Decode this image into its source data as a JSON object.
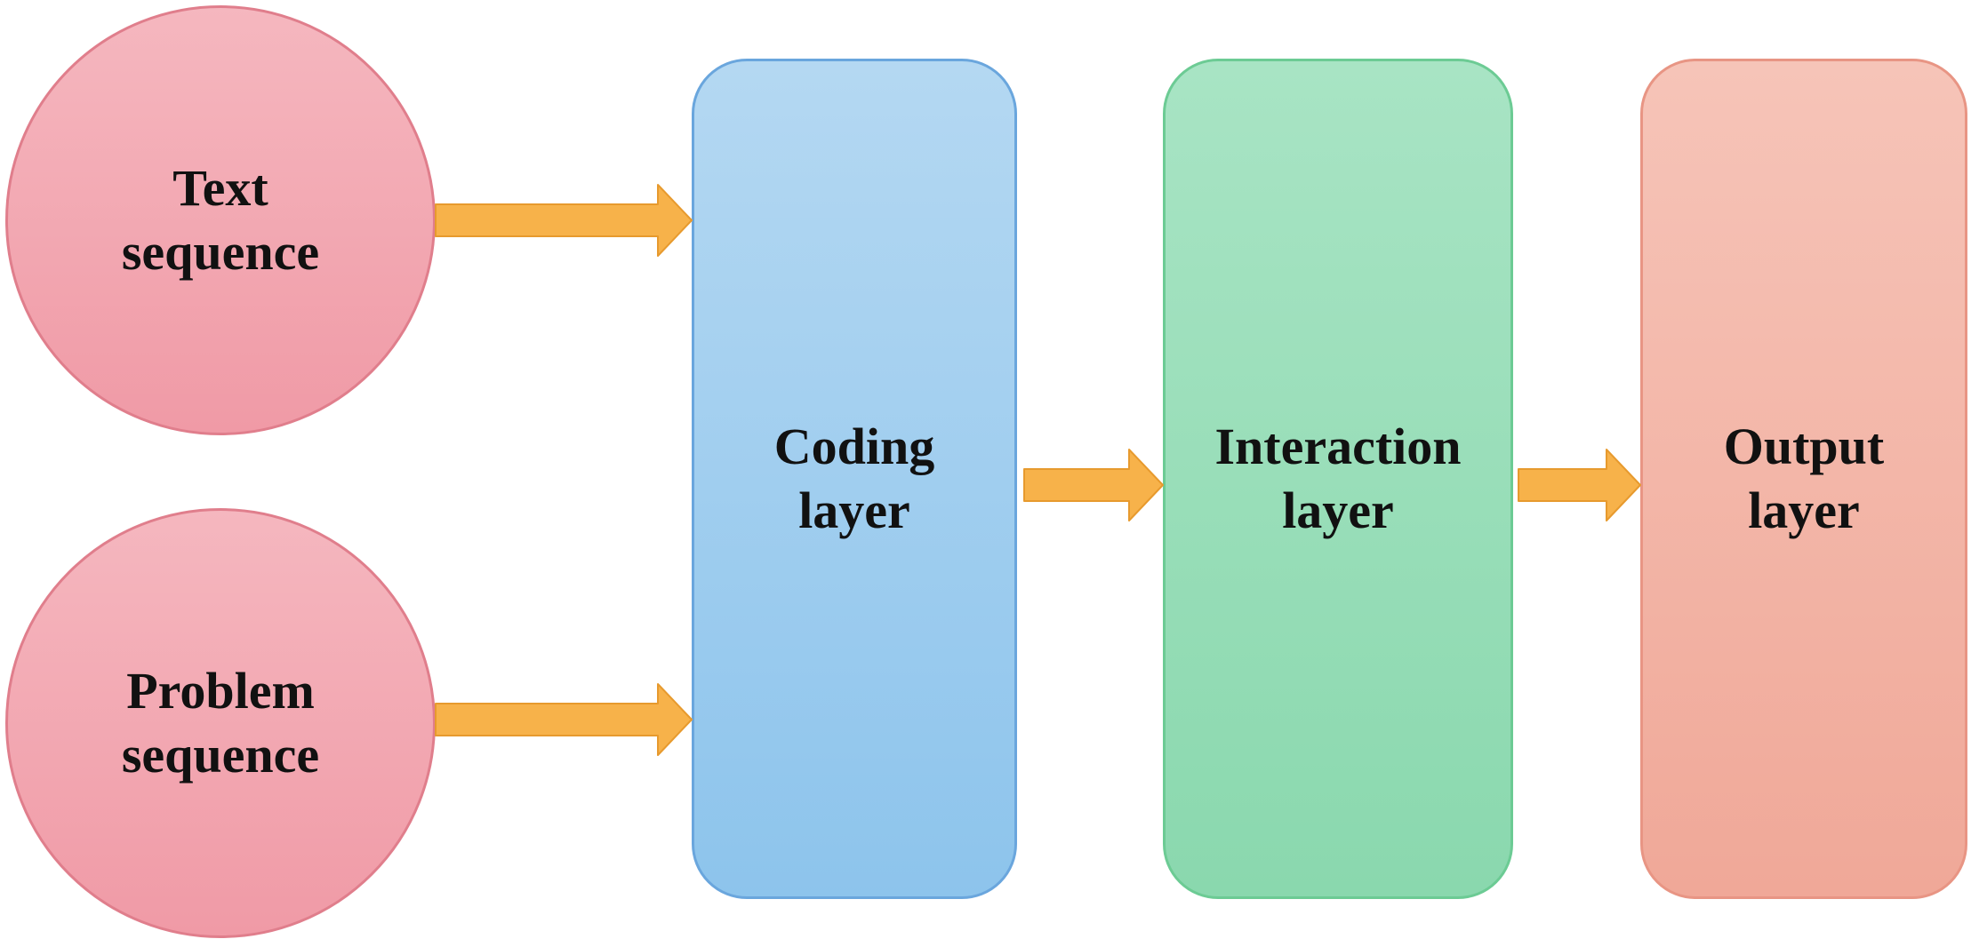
{
  "diagram": {
    "nodes": {
      "text_sequence": {
        "line1": "Text",
        "line2": "sequence"
      },
      "problem_sequence": {
        "line1": "Problem",
        "line2": "sequence"
      },
      "coding_layer": {
        "line1": "Coding",
        "line2": "layer"
      },
      "interaction_layer": {
        "line1": "Interaction",
        "line2": "layer"
      },
      "output_layer": {
        "line1": "Output",
        "line2": "layer"
      }
    },
    "edges": [
      {
        "from": "text_sequence",
        "to": "coding_layer"
      },
      {
        "from": "problem_sequence",
        "to": "coding_layer"
      },
      {
        "from": "coding_layer",
        "to": "interaction_layer"
      },
      {
        "from": "interaction_layer",
        "to": "output_layer"
      }
    ],
    "colors": {
      "circle_fill": "#f2a6b0",
      "coding_fill": "#a0cdef",
      "interaction_fill": "#98deb8",
      "output_fill": "#f3b6a8",
      "arrow_fill": "#f7b24a",
      "arrow_stroke": "#e79a2e"
    }
  }
}
